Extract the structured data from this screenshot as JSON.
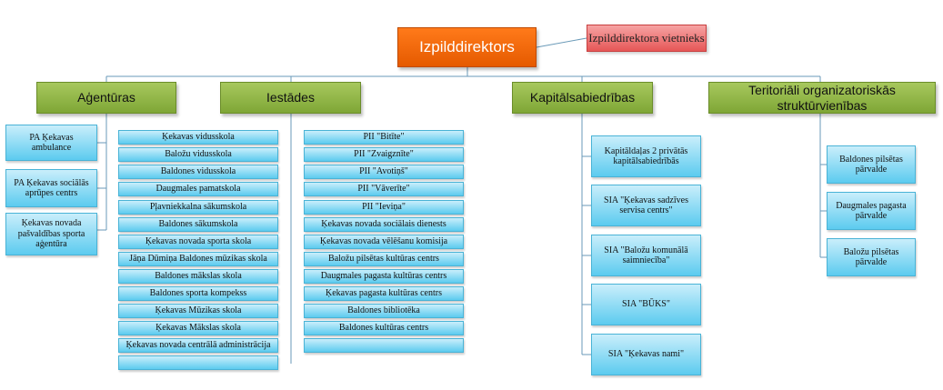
{
  "director": "Izpilddirektors",
  "deputy": "Izpilddirektora vietnieks",
  "categories": {
    "agencies": "Aģentūras",
    "institutions": "Iestādes",
    "companies": "Kapitālsabiedrības",
    "territorial": "Teritoriāli organizatoriskās struktūrvienības"
  },
  "agencies": [
    "PA Ķekavas ambulance",
    "PA Ķekavas sociālās aprūpes centrs",
    "Ķekavas novada pašvaldības sporta aģentūra"
  ],
  "institutions_left": [
    "Ķekavas vidusskola",
    "Baložu vidusskola",
    "Baldones vidusskola",
    "Daugmales pamatskola",
    "Pļavniekkalna sākumskola",
    "Baldones sākumskola",
    "Ķekavas novada sporta skola",
    "Jāņa Dūmiņa Baldones mūzikas skola",
    "Baldones mākslas skola",
    "Baldones sporta kompekss",
    "Ķekavas Mūzikas skola",
    "Ķekavas Mākslas skola",
    "Ķekavas novada centrālā administrācija",
    ""
  ],
  "institutions_right": [
    "PII \"Bitīte\"",
    "PII \"Zvaigznīte\"",
    "PII \"Avotiņš\"",
    "PII \"Vāverīte\"",
    "PII \"Ieviņa\"",
    "Ķekavas novada sociālais dienests",
    "Ķekavas novada vēlēšanu komisija",
    "Baložu pilsētas kultūras centrs",
    "Daugmales pagasta kultūras centrs",
    "Ķekavas pagasta kultūras centrs",
    "Baldones bibliotēka",
    "Baldones kultūras centrs",
    ""
  ],
  "companies": [
    "Kapitāldaļas 2 privātās kapitālsabiedrībās",
    "SIA \"Ķekavas sadzīves servisa centrs\"",
    "SIA \"Baložu komunālā saimniecība\"",
    "SIA \"BŪKS\"",
    "SIA \"Ķekavas nami\""
  ],
  "territorial": [
    "Baldones pilsētas pārvalde",
    "Daugmales pagasta pārvalde",
    "Baložu pilsētas pārvalde"
  ]
}
